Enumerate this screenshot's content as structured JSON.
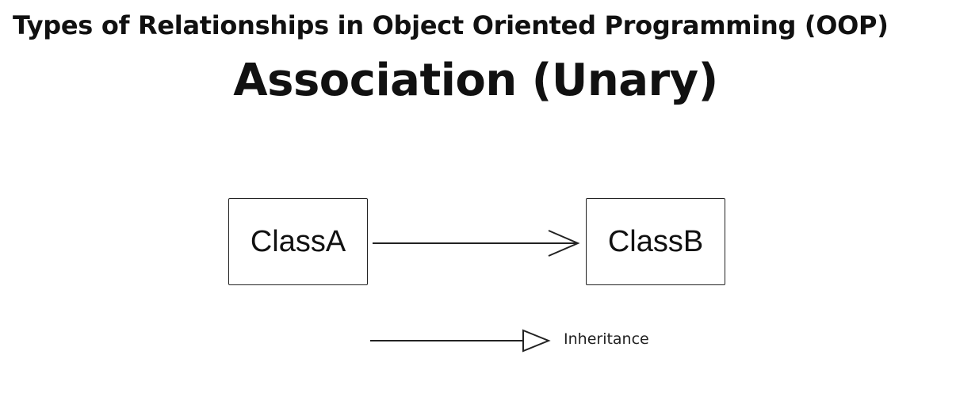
{
  "header": {
    "title": "Types of Relationships in Object Oriented Programming (OOP)",
    "heading": "Association (Unary)"
  },
  "diagram": {
    "source_class": "ClassA",
    "target_class": "ClassB",
    "relationship": "open-arrow-association"
  },
  "legend": {
    "label": "Inheritance",
    "symbol": "hollow-triangle-arrow"
  },
  "colors": {
    "stroke": "#222222",
    "text": "#111111",
    "background": "#ffffff"
  }
}
